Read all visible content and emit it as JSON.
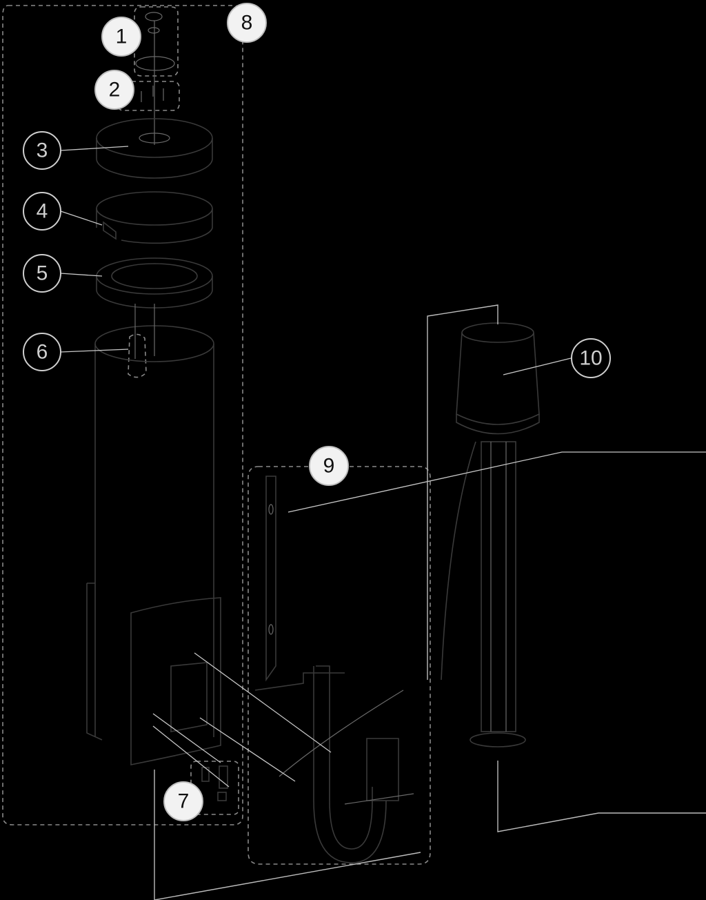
{
  "diagram": {
    "callouts": [
      {
        "label": "1",
        "style": "white"
      },
      {
        "label": "2",
        "style": "white"
      },
      {
        "label": "3",
        "style": "dark"
      },
      {
        "label": "4",
        "style": "dark"
      },
      {
        "label": "5",
        "style": "dark"
      },
      {
        "label": "6",
        "style": "dark"
      },
      {
        "label": "7",
        "style": "white"
      },
      {
        "label": "8",
        "style": "white"
      },
      {
        "label": "9",
        "style": "white"
      },
      {
        "label": "10",
        "style": "dark"
      }
    ],
    "colors": {
      "background": "#000000",
      "linework": "#3a3a3a",
      "leader": "#c8c8c8",
      "group_outline": "#8a8a8a",
      "callout_fill_white": "#f2f2f2",
      "callout_text": "#cfcfcf"
    }
  }
}
